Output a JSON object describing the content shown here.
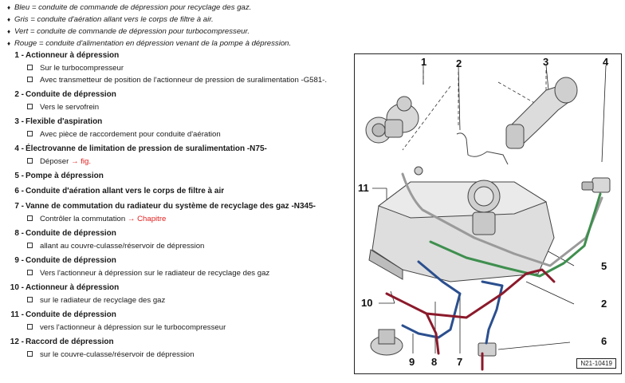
{
  "legend": [
    "Bleu = conduite de commande de dépression pour recyclage des gaz.",
    "Gris = conduite d'aération allant vers le corps de filtre à air.",
    "Vert = conduite de commande de dépression pour turbocompresseur.",
    "Rouge = conduite d'alimentation en dépression venant de la pompe à dépression."
  ],
  "legend_bullet": "♦",
  "items": [
    {
      "num": "1 -",
      "title": "Actionneur à dépression",
      "subs": [
        {
          "text": "Sur le turbocompresseur"
        },
        {
          "text": "Avec transmetteur de position de l'actionneur de pression de suralimentation -G581-."
        }
      ]
    },
    {
      "num": "2 -",
      "title": "Conduite de dépression",
      "subs": [
        {
          "text": "Vers le servofrein"
        }
      ]
    },
    {
      "num": "3 -",
      "title": "Flexible d'aspiration",
      "subs": [
        {
          "text": "Avec pièce de raccordement pour conduite d'aération"
        }
      ]
    },
    {
      "num": "4 -",
      "title": "Électrovanne de limitation de pression de suralimentation -N75-",
      "subs": [
        {
          "text": "Déposer ",
          "link": "→ fig."
        }
      ]
    },
    {
      "num": "5 -",
      "title": "Pompe à dépression",
      "subs": []
    },
    {
      "num": "6 -",
      "title": "Conduite d'aération allant vers le corps de filtre à air",
      "subs": []
    },
    {
      "num": "7 -",
      "title": "Vanne de commutation du radiateur du système de recyclage des gaz -N345-",
      "subs": [
        {
          "text": "Contrôler la commutation ",
          "link": "→ Chapitre"
        }
      ]
    },
    {
      "num": "8 -",
      "title": "Conduite de dépression",
      "subs": [
        {
          "text": "allant au couvre-culasse/réservoir de dépression"
        }
      ]
    },
    {
      "num": "9 -",
      "title": "Conduite de dépression",
      "subs": [
        {
          "text": "Vers l'actionneur à dépression sur le radiateur de recyclage des gaz"
        }
      ]
    },
    {
      "num": "10 -",
      "title": "Actionneur à dépression",
      "subs": [
        {
          "text": "sur le radiateur de recyclage des gaz"
        }
      ]
    },
    {
      "num": "11 -",
      "title": "Conduite de dépression",
      "subs": [
        {
          "text": "vers l'actionneur à dépression sur le turbocompresseur"
        }
      ]
    },
    {
      "num": "12 -",
      "title": "Raccord de dépression",
      "subs": [
        {
          "text": "sur le couvre-culasse/réservoir de dépression"
        }
      ]
    }
  ],
  "diagram": {
    "callouts": {
      "c1": "1",
      "c2": "2",
      "c3": "3",
      "c4": "4",
      "c5": "5",
      "c6": "6",
      "c7": "7",
      "c8": "8",
      "c9": "9",
      "c10": "10",
      "c11": "11",
      "c2b": "2"
    },
    "reference": "N21-10419"
  },
  "colors": {
    "blue_line": "#2b4f8f",
    "grey_line": "#9a9a9a",
    "green_line": "#3f8f4f",
    "red_line": "#8b1a2b",
    "link": "#e02020"
  }
}
